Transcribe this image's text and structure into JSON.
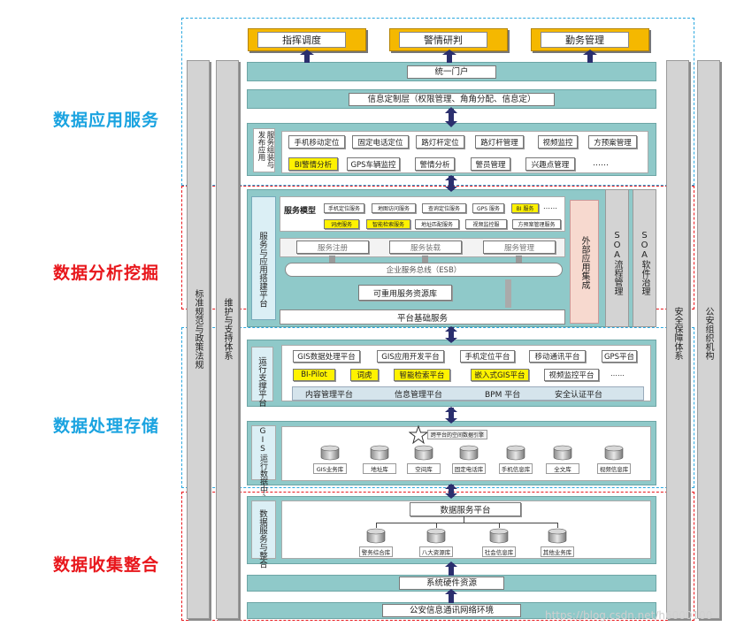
{
  "layers": {
    "app": "数据应用服务",
    "analysis": "数据分析挖掘",
    "storage": "数据处理存储",
    "collect": "数据收集整合"
  },
  "top": [
    "指挥调度",
    "警情研判",
    "勤务管理"
  ],
  "portal": "统一门户",
  "info_layer": "信息定制层（权限管理、角角分配、信息定）",
  "publish": {
    "title": "服务组装与发布应用",
    "row1": [
      "手机移动定位",
      "固定电话定位",
      "路灯杆定位",
      "路灯杆管理",
      "视频监控",
      "方预案管理"
    ],
    "row2": [
      "BI警情分析",
      "GPS车辆监控",
      "警情分析",
      "警员管理",
      "兴趣点管理",
      "……"
    ]
  },
  "service_platform": {
    "title": "服务与应用搭建平台",
    "model_label": "服务模型",
    "row1": [
      "手机定位服务",
      "地图访问服务",
      "查询定位服务",
      "GPS 服务",
      "BI 服务",
      "……"
    ],
    "row2": [
      "词虎服务",
      "智能检索服务",
      "地址匹配服务",
      "视频监控服",
      "方预案管理服务"
    ],
    "mid": [
      "服务注册",
      "服务装载",
      "服务管理"
    ],
    "esb": "企业服务总线（ESB）",
    "reuse": "可重用服务资源库",
    "base": "平台基础服务",
    "external": "外部应用集成"
  },
  "soa": [
    "SOA流程管理",
    "SOA软件治理"
  ],
  "support_platform": {
    "title": "运行支撑平台",
    "row1": [
      "GIS数据处理平台",
      "GIS应用开发平台",
      "手机定位平台",
      "移动通讯平台",
      "GPS平台"
    ],
    "row2": [
      "BI-Pilot",
      "词虎",
      "智能检索平台",
      "嵌入式GIS平台",
      "视频监控平台",
      "……"
    ],
    "row3": [
      "内容管理平台",
      "信息管理平台",
      "BPM 平台",
      "安全认证平台"
    ]
  },
  "gis_center": {
    "title": "GIS运行数据中心",
    "star": "跨平台的空间数据引擎",
    "dbs": [
      "GIS业务库",
      "地址库",
      "空间库",
      "固定电话库",
      "手机信息库",
      "全文库",
      "视频信息库"
    ]
  },
  "integration": {
    "title": "数据服务与整合",
    "platform": "数据服务平台",
    "dbs": [
      "警务综合库",
      "八大资源库",
      "社会信息库",
      "其他业务库"
    ]
  },
  "hardware": "系统硬件资源",
  "network": "公安信息通讯网络环境",
  "left_cols": [
    "标准规范与政策法规",
    "维护与支持体系"
  ],
  "right_cols": [
    "安全保障体系",
    "公安组织机构"
  ],
  "watermark": "https://blog.csdn.net/h6000100",
  "colors": {
    "blue_label": "#1aa3e0",
    "red_label": "#e8161b",
    "teal": "#8fc9c9",
    "yellow": "#f5b800",
    "arrow": "#2b2f6e"
  }
}
